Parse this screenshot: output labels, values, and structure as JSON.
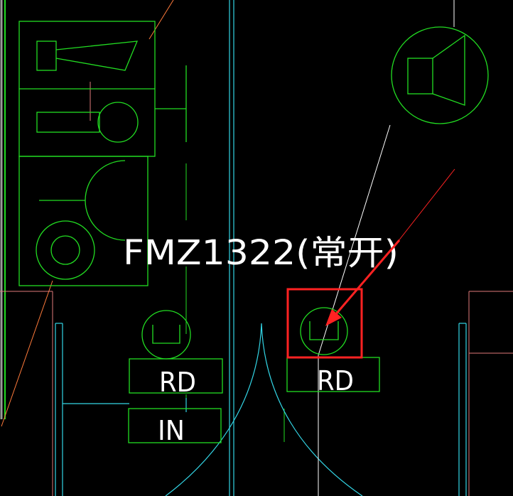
{
  "labels": {
    "door_code": "FMZ1322(常开)",
    "rd_left": "RD",
    "rd_right": "RD",
    "in_label": "IN"
  },
  "colors": {
    "background": "#000000",
    "green": "#22dd22",
    "cyan": "#33d6e6",
    "white": "#ffffff",
    "red": "#ff2222",
    "orange": "#ff7b3b",
    "pink": "#e07a7a"
  }
}
